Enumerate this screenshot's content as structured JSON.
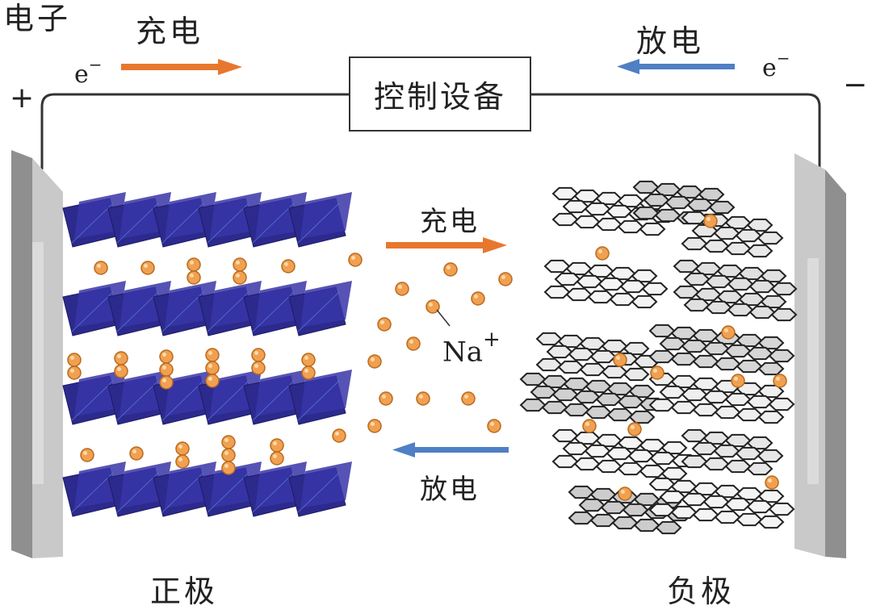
{
  "title": "电子",
  "control_device": "控制设备",
  "top_charge_label": "充电",
  "top_discharge_label": "放电",
  "electron_left": "e",
  "electron_right": "e",
  "electron_sign": "−",
  "plus_sign": "+",
  "minus_sign": "−",
  "mid_charge_label": "充电",
  "mid_discharge_label": "放电",
  "ion_label": "Na",
  "ion_sign": "+",
  "positive_label": "正极",
  "negative_label": "负极",
  "colors": {
    "charge_arrow": "#e8772e",
    "discharge_arrow": "#4f7fc4",
    "cathode_layer": "#2c2a8c",
    "ion": "#f0a050",
    "electrode_plate": "#c9c9c9",
    "hexagon_fill": "#f4f4f4"
  }
}
